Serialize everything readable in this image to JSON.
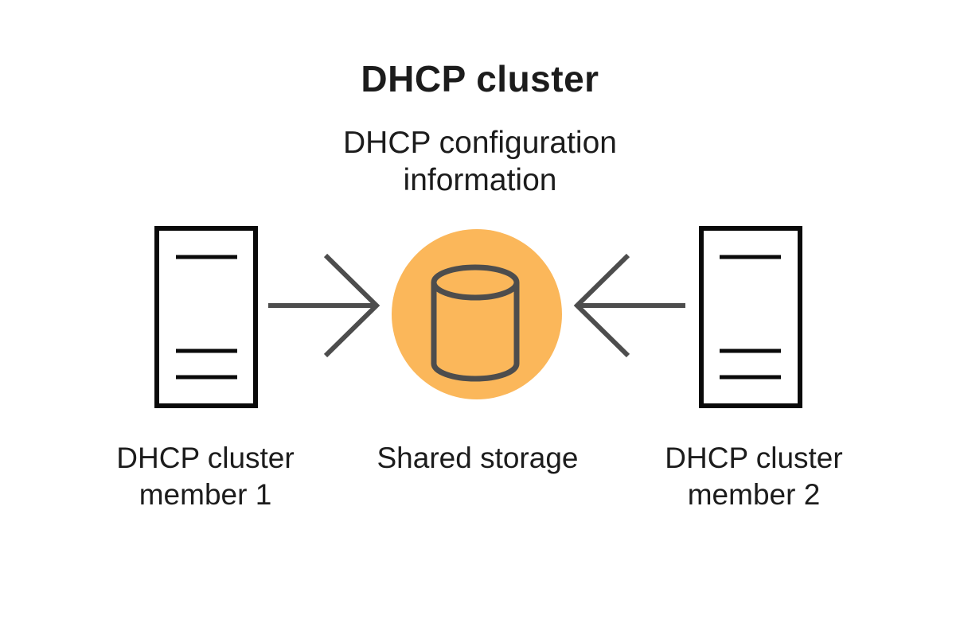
{
  "diagram": {
    "title": "DHCP cluster",
    "subtitle": {
      "line1": "DHCP configuration",
      "line2": "information"
    },
    "nodes": {
      "member1": {
        "label_line1": "DHCP cluster",
        "label_line2": "member 1",
        "icon": "server-icon"
      },
      "storage": {
        "label": "Shared storage",
        "icon": "database-cylinder-icon"
      },
      "member2": {
        "label_line1": "DHCP cluster",
        "label_line2": "member 2",
        "icon": "server-icon"
      }
    },
    "connections": [
      {
        "from": "member1",
        "to": "storage",
        "direction": "right"
      },
      {
        "from": "member2",
        "to": "storage",
        "direction": "left"
      }
    ],
    "colors": {
      "background": "#FFFFFF",
      "storage_circle_fill": "#FBB75A",
      "cylinder_stroke": "#4D4D4D",
      "arrow_stroke": "#4D4D4D",
      "server_stroke": "#0A0A0A",
      "text": "#1C1C1C"
    }
  }
}
